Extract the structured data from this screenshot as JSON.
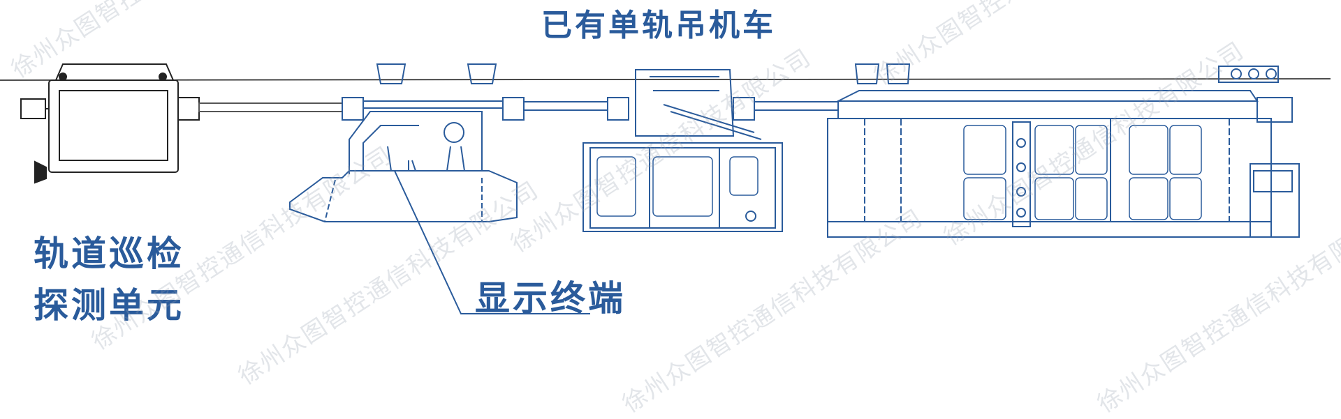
{
  "title": "已有单轨吊机车",
  "labels": {
    "inspection_unit_line1": "轨道巡检",
    "inspection_unit_line2": "探测单元",
    "display_terminal": "显示终端"
  },
  "watermark": "徐州众图智控通信科技有限公司",
  "colors": {
    "line": "#2a5b9b",
    "text": "#2a5b9b",
    "rail": "#111111",
    "watermark": "#a0a8b4"
  }
}
